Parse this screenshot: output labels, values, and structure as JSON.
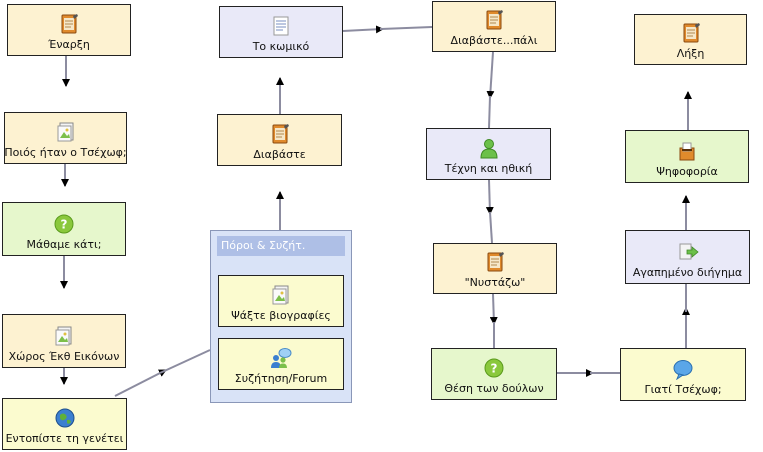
{
  "nodes": {
    "start": {
      "label": "Έναρξη",
      "icon": "notepad-pencil-icon"
    },
    "who_was": {
      "label": "Ποιός ήταν ο Τσέχωφ;",
      "icon": "image-document-icon"
    },
    "learned": {
      "label": "Μάθαμε κάτι;",
      "icon": "question-bubble-icon"
    },
    "gallery": {
      "label": "Χώρος Έκθ Εικόνων",
      "icon": "image-document-icon"
    },
    "locate": {
      "label": "Εντοπίστε τη γενέτει",
      "icon": "globe-icon"
    },
    "read1": {
      "label": "Διαβάστε",
      "icon": "notepad-pencil-icon"
    },
    "comic": {
      "label": "Το κωμικό",
      "icon": "text-document-icon"
    },
    "read_again": {
      "label": "Διαβάστε...πάλι",
      "icon": "notepad-pencil-icon"
    },
    "art_ethics": {
      "label": "Τέχνη και ηθική",
      "icon": "person-icon"
    },
    "dozing": {
      "label": "\"Νυστάζω\"",
      "icon": "notepad-pencil-icon"
    },
    "slaves": {
      "label": "Θέση των δούλων",
      "icon": "question-bubble-icon"
    },
    "why_chekhov": {
      "label": "Γιατί Τσέχωφ;",
      "icon": "speech-bubble-icon"
    },
    "favorite_story": {
      "label": "Αγαπημένο διήγημα",
      "icon": "document-arrow-icon"
    },
    "voting": {
      "label": "Ψηφοφορία",
      "icon": "ballot-box-icon"
    },
    "end": {
      "label": "Λήξη",
      "icon": "notepad-pencil-icon"
    }
  },
  "group": {
    "title": "Πόροι & Συζήτ.",
    "items": {
      "bios": {
        "label": "Ψάξτε βιογραφίες",
        "icon": "image-document-icon"
      },
      "forum": {
        "label": "Συζήτηση/Forum",
        "icon": "people-chat-icon"
      }
    }
  },
  "colors": {
    "note": "#fdf2d1",
    "green": "#e6f7cc",
    "lavender": "#e9e9f8",
    "yellow": "#fbfbcf",
    "group": "#d9e3f7",
    "edge": "#8c8ca0"
  }
}
